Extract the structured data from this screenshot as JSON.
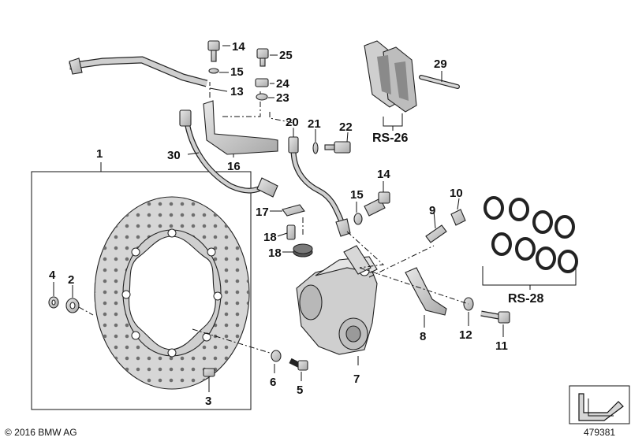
{
  "labels": {
    "p1": "1",
    "p2": "2",
    "p3": "3",
    "p4": "4",
    "p5": "5",
    "p6": "6",
    "p7": "7",
    "p8": "8",
    "p9": "9",
    "p10": "10",
    "p11": "11",
    "p12": "12",
    "p13": "13",
    "p14a": "14",
    "p14b": "14",
    "p15a": "15",
    "p15b": "15",
    "p16": "16",
    "p17": "17",
    "p18a": "18",
    "p18b": "18",
    "p20": "20",
    "p21": "21",
    "p22": "22",
    "p23": "23",
    "p24": "24",
    "p25": "25",
    "p29": "29",
    "p30": "30",
    "rs26": "RS-26",
    "rs28": "RS-28"
  },
  "footer": {
    "copyright": "© 2016 BMW AG",
    "image_number": "479381"
  },
  "colors": {
    "part_fill": "#d4d4d4",
    "part_dark": "#9a9a9a",
    "line": "#111111"
  },
  "icons": {
    "nav_arrow": "arrow-down-left-icon"
  }
}
